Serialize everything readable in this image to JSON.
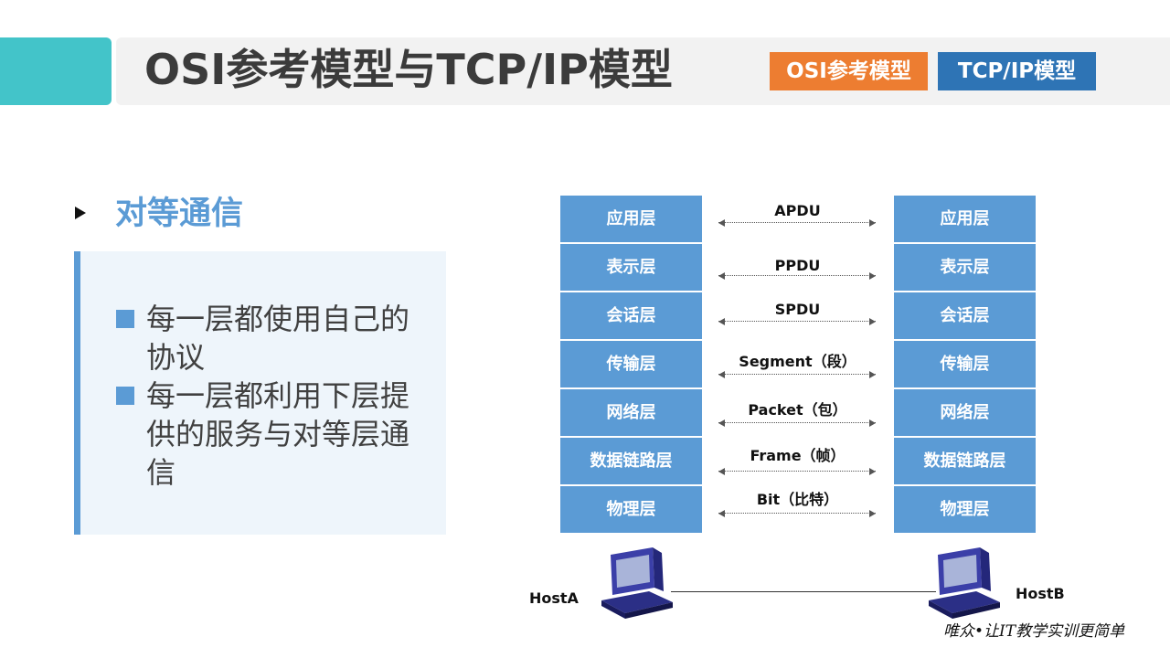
{
  "header": {
    "title": "OSI参考模型与TCP/IP模型",
    "tabs": [
      {
        "label": "OSI参考模型",
        "color": "#ed7d31"
      },
      {
        "label": "TCP/IP模型",
        "color": "#2e74b5"
      }
    ]
  },
  "section": {
    "heading": "对等通信",
    "points": [
      "每一层都使用自己的协议",
      "每一层都利用下层提供的服务与对等层通信"
    ]
  },
  "diagram": {
    "layers": [
      "应用层",
      "表示层",
      "会话层",
      "传输层",
      "网络层",
      "数据链路层",
      "物理层"
    ],
    "pdus": [
      "APDU",
      "PPDU",
      "SPDU",
      "Segment（段）",
      "Packet（包）",
      "Frame（帧）",
      "Bit（比特）"
    ],
    "host_a": "HostA",
    "host_b": "HostB",
    "layer_color": "#5b9bd5",
    "icon": "computer-icon"
  },
  "footer": {
    "slogan": "唯众•让IT教学实训更简单"
  },
  "colors": {
    "accent": "#43c4c9",
    "primary": "#5b9bd5",
    "panel_bg": "#eef5fb"
  }
}
